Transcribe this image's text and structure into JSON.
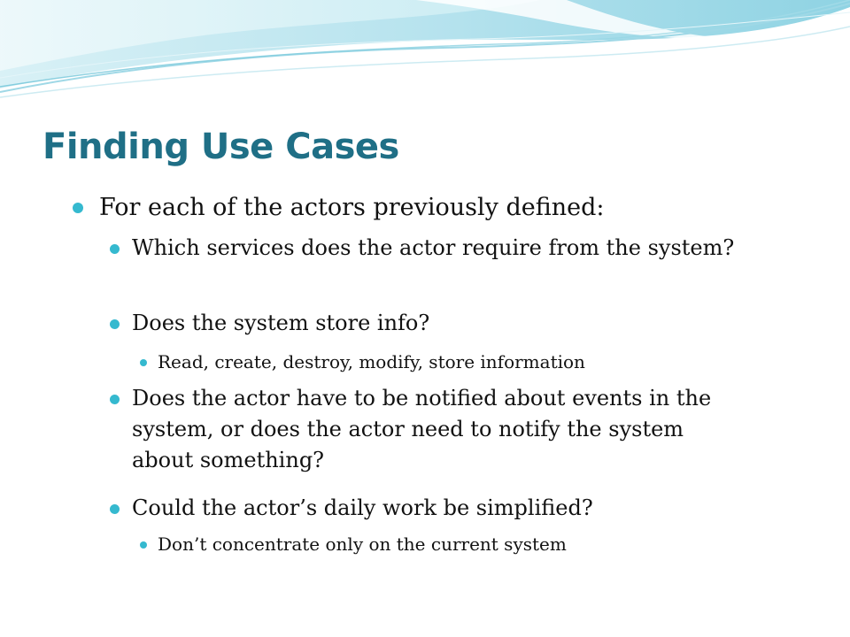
{
  "slide": {
    "title": "Finding Use Cases",
    "bullets": [
      {
        "text": "For each of the actors previously defined:"
      },
      {
        "text": "Which services does the actor require from the system?"
      },
      {
        "text": "Does the system store info?"
      },
      {
        "text": "Read, create, destroy, modify, store information"
      },
      {
        "text": "Does the actor have to be notified about events in the system, or does the actor need to notify the system about something?"
      },
      {
        "text": "Could the actor’s daily work be simplified?"
      },
      {
        "text": "Don’t concentrate only on the current system"
      }
    ]
  },
  "colors": {
    "title": "#1f6f86",
    "bullet_marker": "#35b9cf",
    "wave_light": "#bfe6f0",
    "wave_mid": "#7fcfe0",
    "text": "#111111"
  }
}
